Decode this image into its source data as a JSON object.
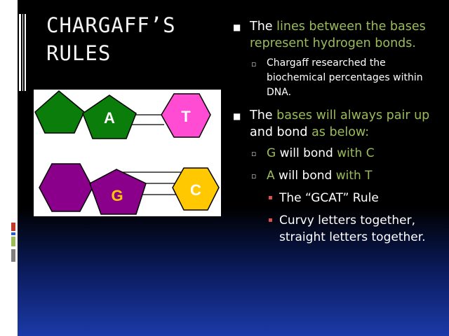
{
  "slide": {
    "title_line1": "CHARGAFF’S",
    "title_line2": "RULES",
    "bullets": {
      "b1": {
        "pre": "The ",
        "hl": "lines between the bases represent hydrogen bonds."
      },
      "b1_sub": "Chargaff researched the biochemical percentages within DNA.",
      "b2": {
        "pre": "The ",
        "hl1": "bases will always pair up",
        "mid": " and bond ",
        "hl2": "as below:"
      },
      "b2_sub1": {
        "a": "G",
        "b": " will bond ",
        "c": "with C"
      },
      "b2_sub2": {
        "a": "A",
        "b": " will bond ",
        "c": "with T"
      },
      "b2_sub3": "The “GCAT” Rule",
      "b2_sub4": "Curvy letters together, straight letters together."
    },
    "markers": {
      "level1": "■",
      "level2": "▫",
      "level3": "▪"
    }
  },
  "diagram": {
    "top_pair": {
      "left_label": "A",
      "right_label": "T"
    },
    "bottom_pair": {
      "left_label": "G",
      "right_label": "C"
    }
  },
  "colors": {
    "green_base": "#0a7d0a",
    "purple_base": "#8b008b",
    "pink_base": "#ff4cd2",
    "yellow_base": "#ffc800",
    "highlight": "#9bbb59"
  }
}
